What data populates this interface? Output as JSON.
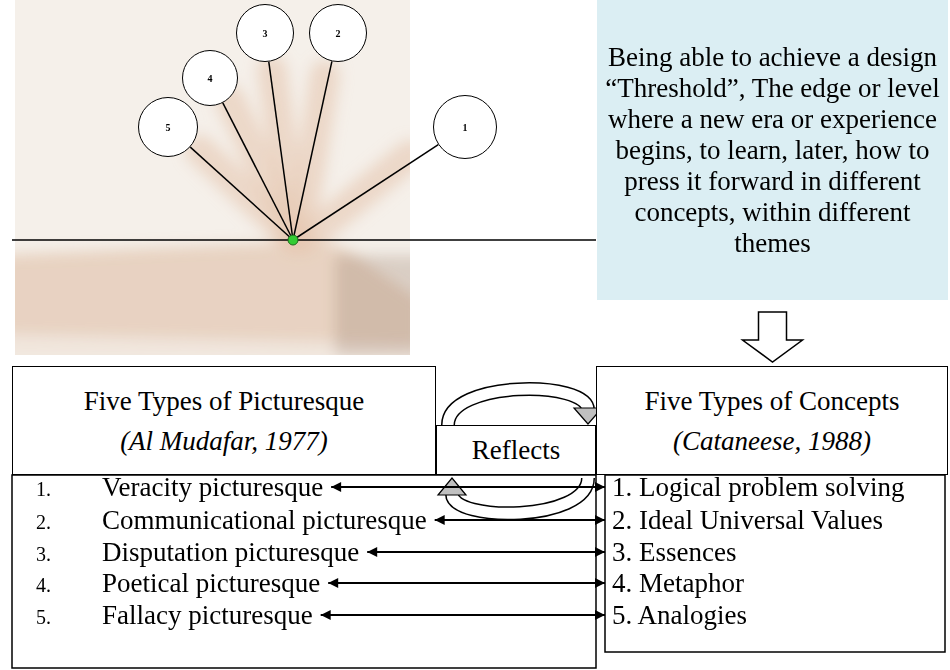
{
  "diagram": {
    "nodes": [
      {
        "text": [
          "5"
        ]
      },
      {
        "text": [
          "4"
        ]
      },
      {
        "text": [
          "3"
        ]
      },
      {
        "text": [
          "2"
        ]
      },
      {
        "text": [
          "1"
        ]
      },
      {
        "text": [
          "Being able to achieve a design “Threshold”, The edge or level where a new era or experience begins, to learn, later, how to press it forward in different concepts, within different themes"
        ]
      },
      {
        "text": [
          "Five Types of Picturesque",
          "(Al Mudafar, 1977)"
        ]
      },
      {
        "text": [
          "Reflects"
        ]
      },
      {
        "text": [
          "Five Types of Concepts",
          "(Cataneese, 1988)"
        ]
      },
      {
        "text": [
          "1.",
          "Veracity picturesque"
        ]
      },
      {
        "text": [
          "2.",
          "Communicational picturesque"
        ]
      },
      {
        "text": [
          "3.",
          "Disputation picturesque"
        ]
      },
      {
        "text": [
          "4.",
          "Poetical picturesque"
        ]
      },
      {
        "text": [
          "5.",
          "Fallacy picturesque"
        ]
      },
      {
        "text": [
          "1. Logical problem solving"
        ]
      },
      {
        "text": [
          "2. Ideal Universal Values"
        ]
      },
      {
        "text": [
          "3. Essences"
        ]
      },
      {
        "text": [
          "4. Metaphor"
        ]
      },
      {
        "text": [
          "5. Analogies"
        ]
      }
    ],
    "edges": [
      {
        "from": 5,
        "to": 8,
        "arrow": "to"
      },
      {
        "from": 9,
        "to": 14,
        "arrow": "both"
      },
      {
        "from": 10,
        "to": 15,
        "arrow": "both"
      },
      {
        "from": 11,
        "to": 16,
        "arrow": "both"
      },
      {
        "from": 12,
        "to": 17,
        "arrow": "both"
      },
      {
        "from": 13,
        "to": 18,
        "arrow": "both"
      }
    ]
  }
}
